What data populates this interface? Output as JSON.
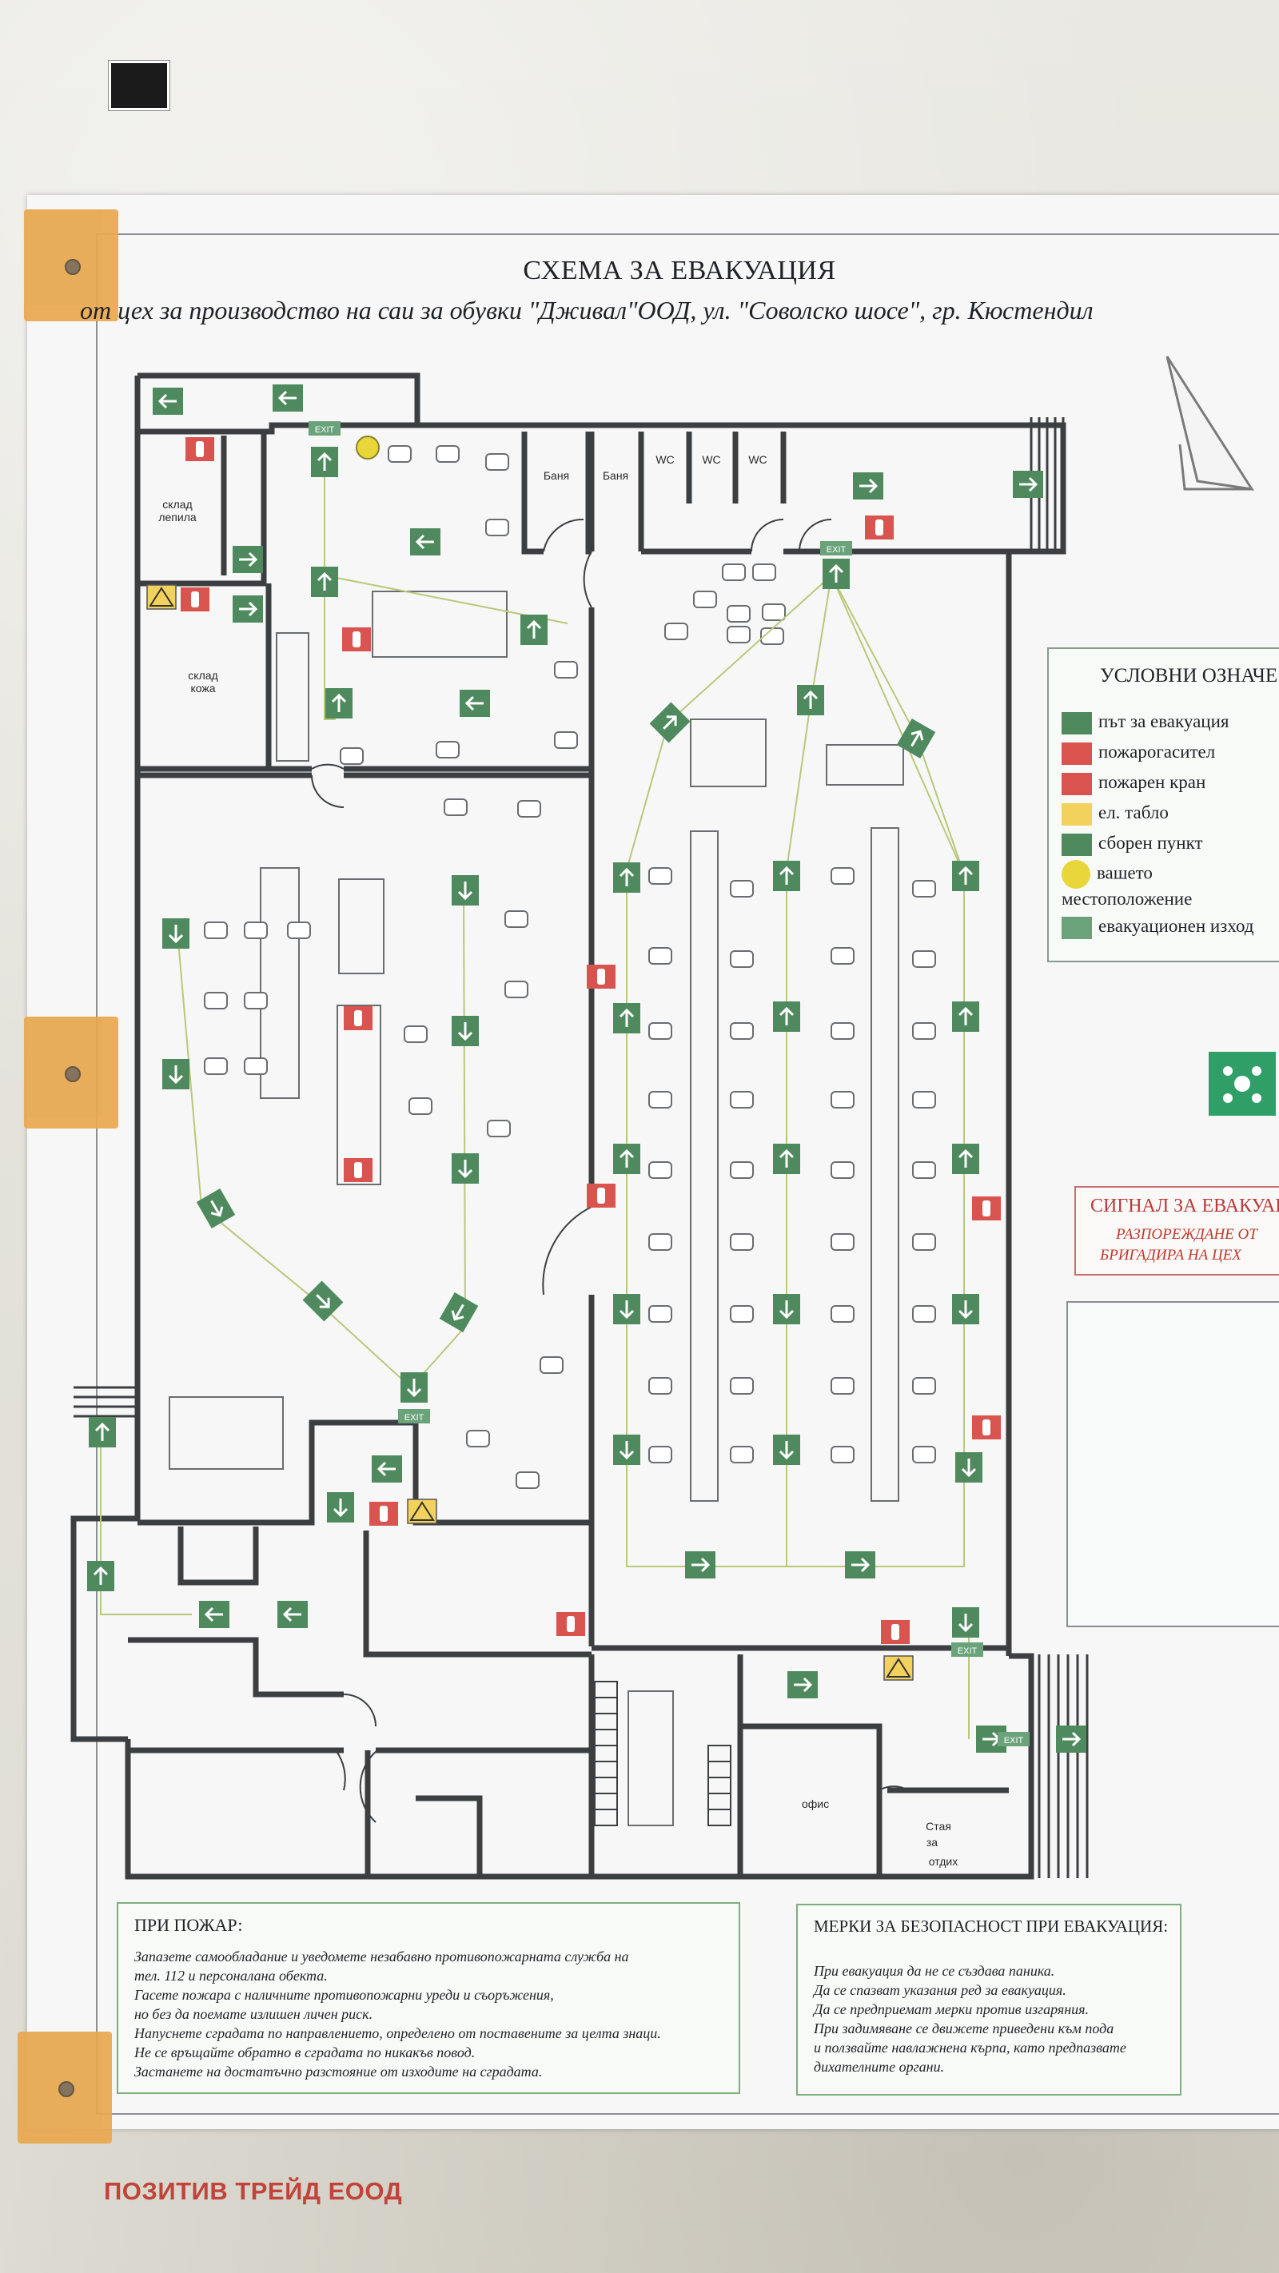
{
  "title": "СХЕМА ЗА ЕВАКУАЦИЯ",
  "subtitle": "от цех за производство на саи за обувки \"Дживал\"ООД, ул. \"Соволско шосе\", гр. Кюстендил",
  "rooms": {
    "sklad_lepila": "склад лепила",
    "sklad_koja": "склад кожа",
    "banya1": "Баня",
    "banya2": "Баня",
    "wc1": "WC",
    "wc2": "WC",
    "wc3": "WC",
    "ofis": "офис",
    "staya_otdih": "Стая за отдих"
  },
  "exit_sign_text": "EXIT",
  "legend": {
    "title": "УСЛОВНИ ОЗНАЧЕ",
    "items": [
      {
        "label": "път за евакуация",
        "icon": "evacuation-arrow-icon",
        "color": "#4f8a5e"
      },
      {
        "label": "пожарогасител",
        "icon": "fire-extinguisher-icon",
        "color": "#d9534f"
      },
      {
        "label": "пожарен кран",
        "icon": "fire-hose-icon",
        "color": "#d9534f"
      },
      {
        "label": "ел. табло",
        "icon": "electrical-warning-icon",
        "color": "#f2d15c"
      },
      {
        "label": "сборен пункт",
        "icon": "assembly-point-icon",
        "color": "#4f8a5e"
      },
      {
        "label": "вашето местоположение",
        "icon": "you-are-here-icon",
        "color": "#e9d63a"
      },
      {
        "label": "евакуационен изход",
        "icon": "exit-sign-icon",
        "color": "#6aa37a"
      }
    ]
  },
  "signal": {
    "heading": "СИГНАЛ ЗА ЕВАКУАЦ",
    "line1": "РАЗПОРЕЖДАНЕ ОТ",
    "line2": "БРИГАДИРА НА ЦЕХ"
  },
  "fire_box": {
    "heading": "ПРИ ПОЖАР:",
    "lines": [
      "Запазете самообладание и уведомете незабавно противопожарната служба на",
      "тел. 112 и персоналана обекта.",
      "Гасете пожара с наличните противопожарни уреди и съоръжения,",
      "но без да поемате излишен личен риск.",
      "Напуснете сградата по направлението, определено от поставените за целта знаци.",
      "Не се връщайте обратно в сградата по никакъв повод.",
      "Застанете на достатъчно разстояние от изходите на сградата."
    ]
  },
  "safety_box": {
    "heading": "МЕРКИ ЗА БЕЗОПАСНОСТ ПРИ ЕВАКУАЦИЯ:",
    "lines": [
      "При евакуация  да не се създава паника.",
      "Да се спазват указания ред за евакуация.",
      "Да се предприемат мерки против изгаряния.",
      "При задимяване се движете приведени към пода",
      "и ползвайте навлажнена кърпа, като предпазвате",
      "дихателните органи."
    ]
  },
  "brand": "ПОЗИТИВ ТРЕЙД ЕООД",
  "colors": {
    "arrow_green": "#4f8a5e",
    "fire_red": "#d9534f",
    "wall": "#3c3f42",
    "route_line": "#b8c97a",
    "brand_red": "#c0443a",
    "tape": "#e8a850"
  }
}
